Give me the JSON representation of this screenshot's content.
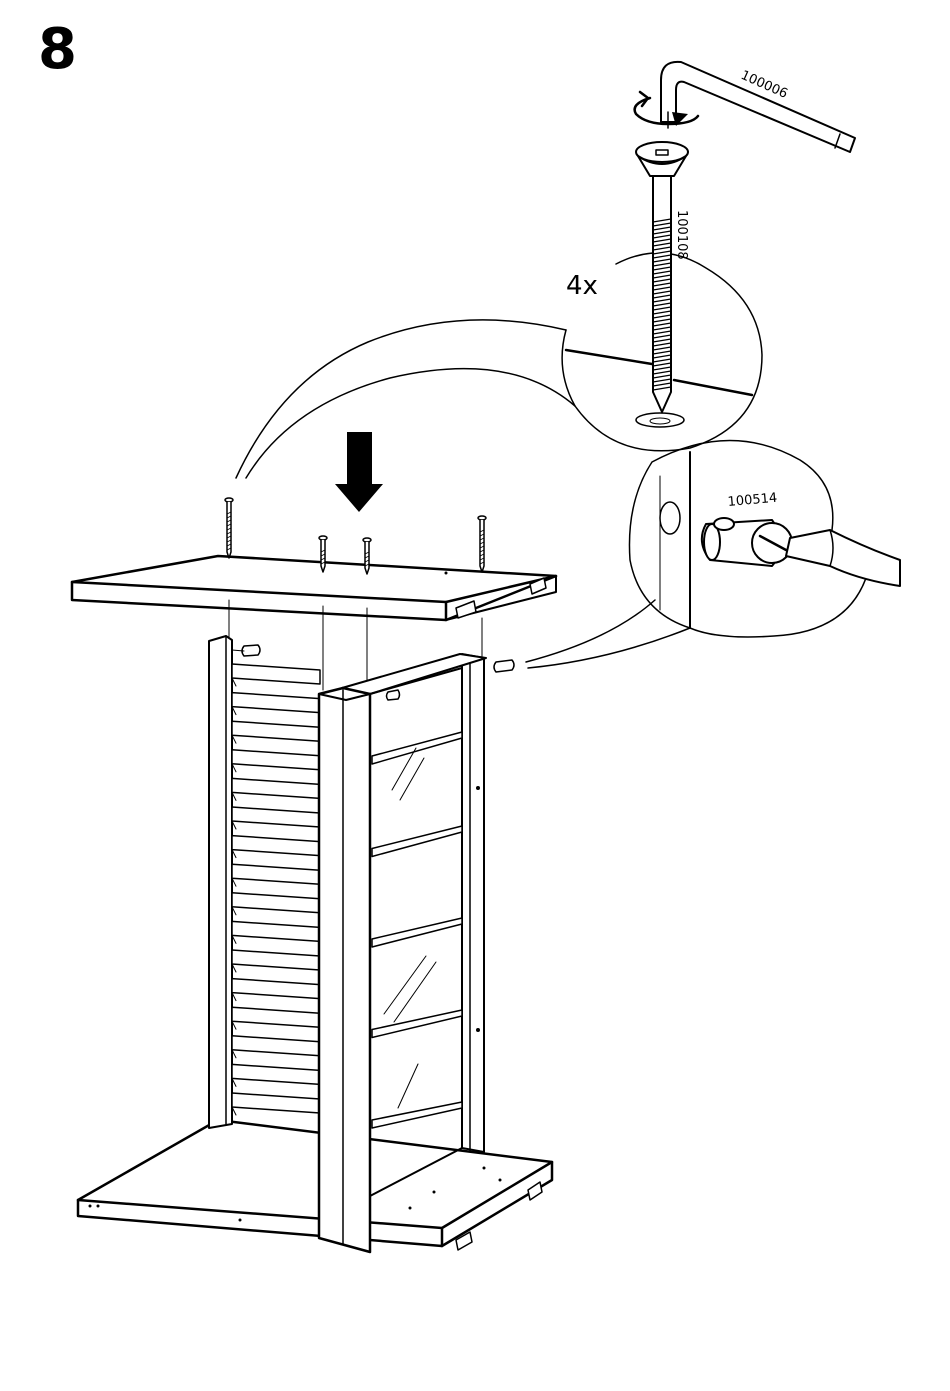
{
  "step": {
    "number": "8"
  },
  "parts": {
    "allen_key": {
      "code": "100006"
    },
    "screw": {
      "code": "100108",
      "quantity": "4x"
    },
    "cam_nut": {
      "code": "100514"
    }
  },
  "colors": {
    "ink": "#000000",
    "paper": "#ffffff"
  }
}
